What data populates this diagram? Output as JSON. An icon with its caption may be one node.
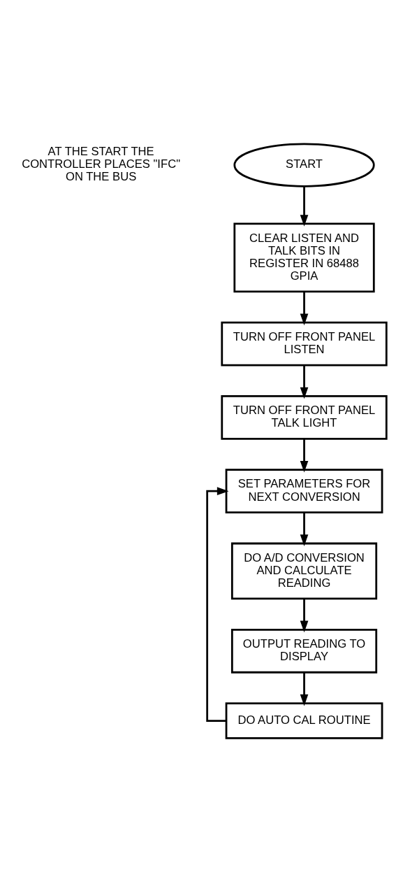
{
  "diagram": {
    "nodes": [
      {
        "text": [
          "START"
        ]
      },
      {
        "text": [
          "CLEAR LISTEN AND TALK BITS IN REGISTER IN 68488 GPIA"
        ]
      },
      {
        "text": [
          "TURN OFF FRONT PANEL LISTEN"
        ]
      },
      {
        "text": [
          "TURN OFF FRONT PANEL TALK LIGHT"
        ]
      },
      {
        "text": [
          "SET PARAMETERS FOR NEXT CONVERSION"
        ]
      },
      {
        "text": [
          "DO A/D CONVERSION AND CALCULATE READING"
        ]
      },
      {
        "text": [
          "OUTPUT READING TO DISPLAY"
        ]
      },
      {
        "text": [
          "DO AUTO CAL ROUTINE"
        ]
      }
    ],
    "edges": [
      {
        "from": 0,
        "to": 1,
        "arrow": "to"
      },
      {
        "from": 1,
        "to": 2,
        "arrow": "to"
      },
      {
        "from": 2,
        "to": 3,
        "arrow": "to"
      },
      {
        "from": 3,
        "to": 4,
        "arrow": "to"
      },
      {
        "from": 4,
        "to": 5,
        "arrow": "to"
      },
      {
        "from": 5,
        "to": 6,
        "arrow": "to"
      },
      {
        "from": 6,
        "to": 7,
        "arrow": "to"
      },
      {
        "from": 7,
        "to": 4,
        "arrow": "to"
      }
    ],
    "labels": [
      "AT THE START THE CONTROLLER PLACES \"IFC\" ON THE BUS"
    ]
  }
}
